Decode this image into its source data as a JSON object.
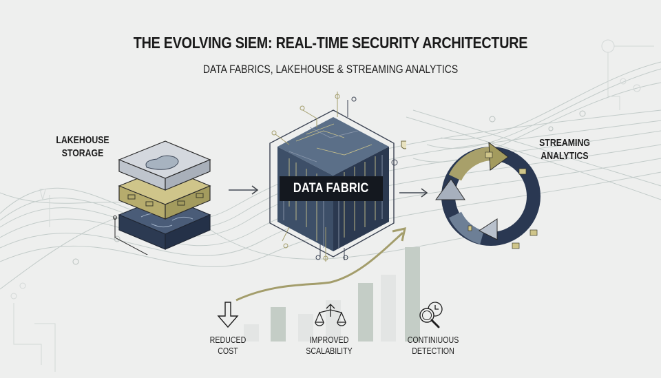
{
  "header": {
    "title": "THE EVOLVING SIEM: REAL-TIME SECURITY ARCHITECTURE",
    "subtitle": "DATA FABRICS, LAKEHOUSE & STREAMING ANALYTICS"
  },
  "components": {
    "lakehouse": {
      "label_line1": "LAKEHOUSE",
      "label_line2": "STORAGE",
      "icon": "layered-storage-icon"
    },
    "fabric": {
      "label": "DATA FABRIC",
      "icon": "circuit-cube-icon"
    },
    "streaming": {
      "label_line1": "STREAMING",
      "label_line2": "ANALYTICS",
      "icon": "cycle-arrows-icon"
    }
  },
  "benefits": [
    {
      "line1": "REDUCED",
      "line2": "COST",
      "icon": "down-arrow-icon"
    },
    {
      "line1": "IMPROVED",
      "line2": "SCALABILITY",
      "icon": "balance-scale-icon"
    },
    {
      "line1": "CONTINIUOUS",
      "line2": "DETECTION",
      "icon": "magnifier-clock-icon"
    }
  ],
  "growth_bars": {
    "heights": [
      25,
      50,
      40,
      60,
      85,
      97,
      137
    ],
    "colors": [
      "#e3e5e4",
      "#c4cdc6",
      "#e3e5e4",
      "#e3e5e4",
      "#c4cdc6",
      "#e3e5e4",
      "#c4cdc6"
    ]
  },
  "colors": {
    "background": "#eeefee",
    "navy": "#2c3a52",
    "slate": "#4a5a72",
    "olive": "#a39d6b",
    "khaki": "#cfc58a",
    "sage": "#c4cdc6",
    "light_gray": "#c9cdd3",
    "dark": "#14181f"
  }
}
